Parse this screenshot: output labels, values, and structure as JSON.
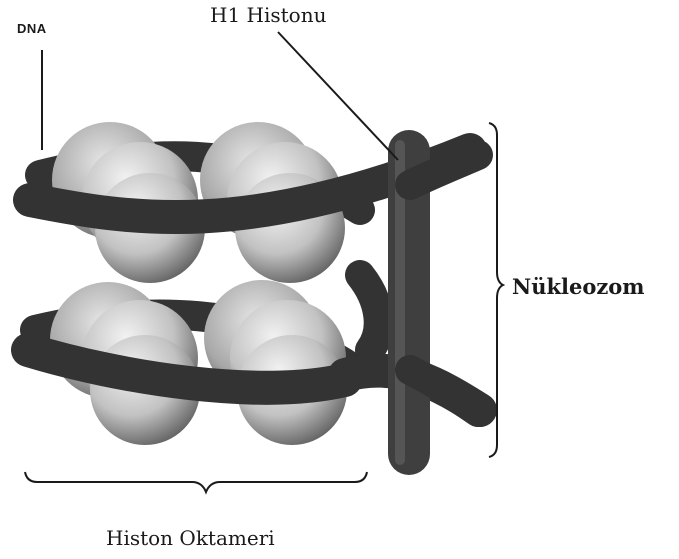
{
  "labels": {
    "dna": "DNA",
    "h1": "H1 Histonu",
    "nucleosome": "Nükleozom",
    "octamer": "Histon Oktameri"
  },
  "colors": {
    "strand": "#333333",
    "histone_light": "#f2f2f2",
    "histone_mid": "#9a9a9a",
    "histone_dark": "#3f3f3f",
    "line": "#1a1a1a"
  }
}
